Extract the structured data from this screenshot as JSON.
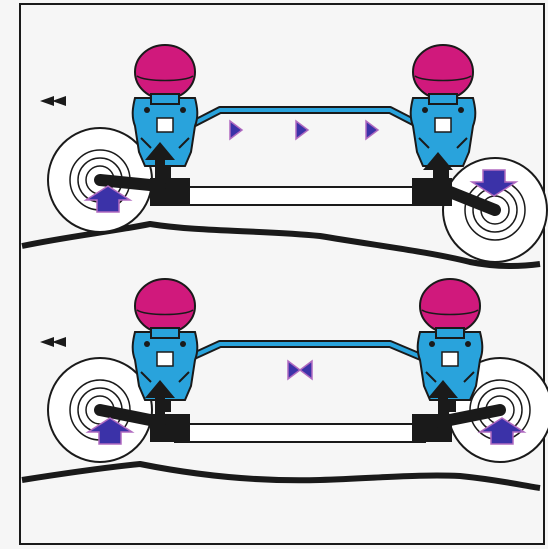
{
  "figure": {
    "panels": [
      {
        "id": "top",
        "mode": "opposite-wheel-motion",
        "flow_arrows": [
          "right",
          "right",
          "right"
        ]
      },
      {
        "id": "bottom",
        "mode": "same-wheel-motion",
        "flow_arrows": [
          "converging"
        ]
      }
    ],
    "colors": {
      "paper": "#f6f6f6",
      "frame": "#1a1a1a",
      "strut_blue": "#29a3dc",
      "sphere_magenta": "#d0197c",
      "arrow_blue": "#3b32a8",
      "arrow_outline": "#b06ac0",
      "ground": "#1a1a1a"
    },
    "icons": [
      "travel-direction-arrow",
      "wheel",
      "hydraulic-sphere",
      "suspension-strut",
      "hydraulic-line",
      "flow-arrow",
      "wheel-load-arrow"
    ]
  }
}
